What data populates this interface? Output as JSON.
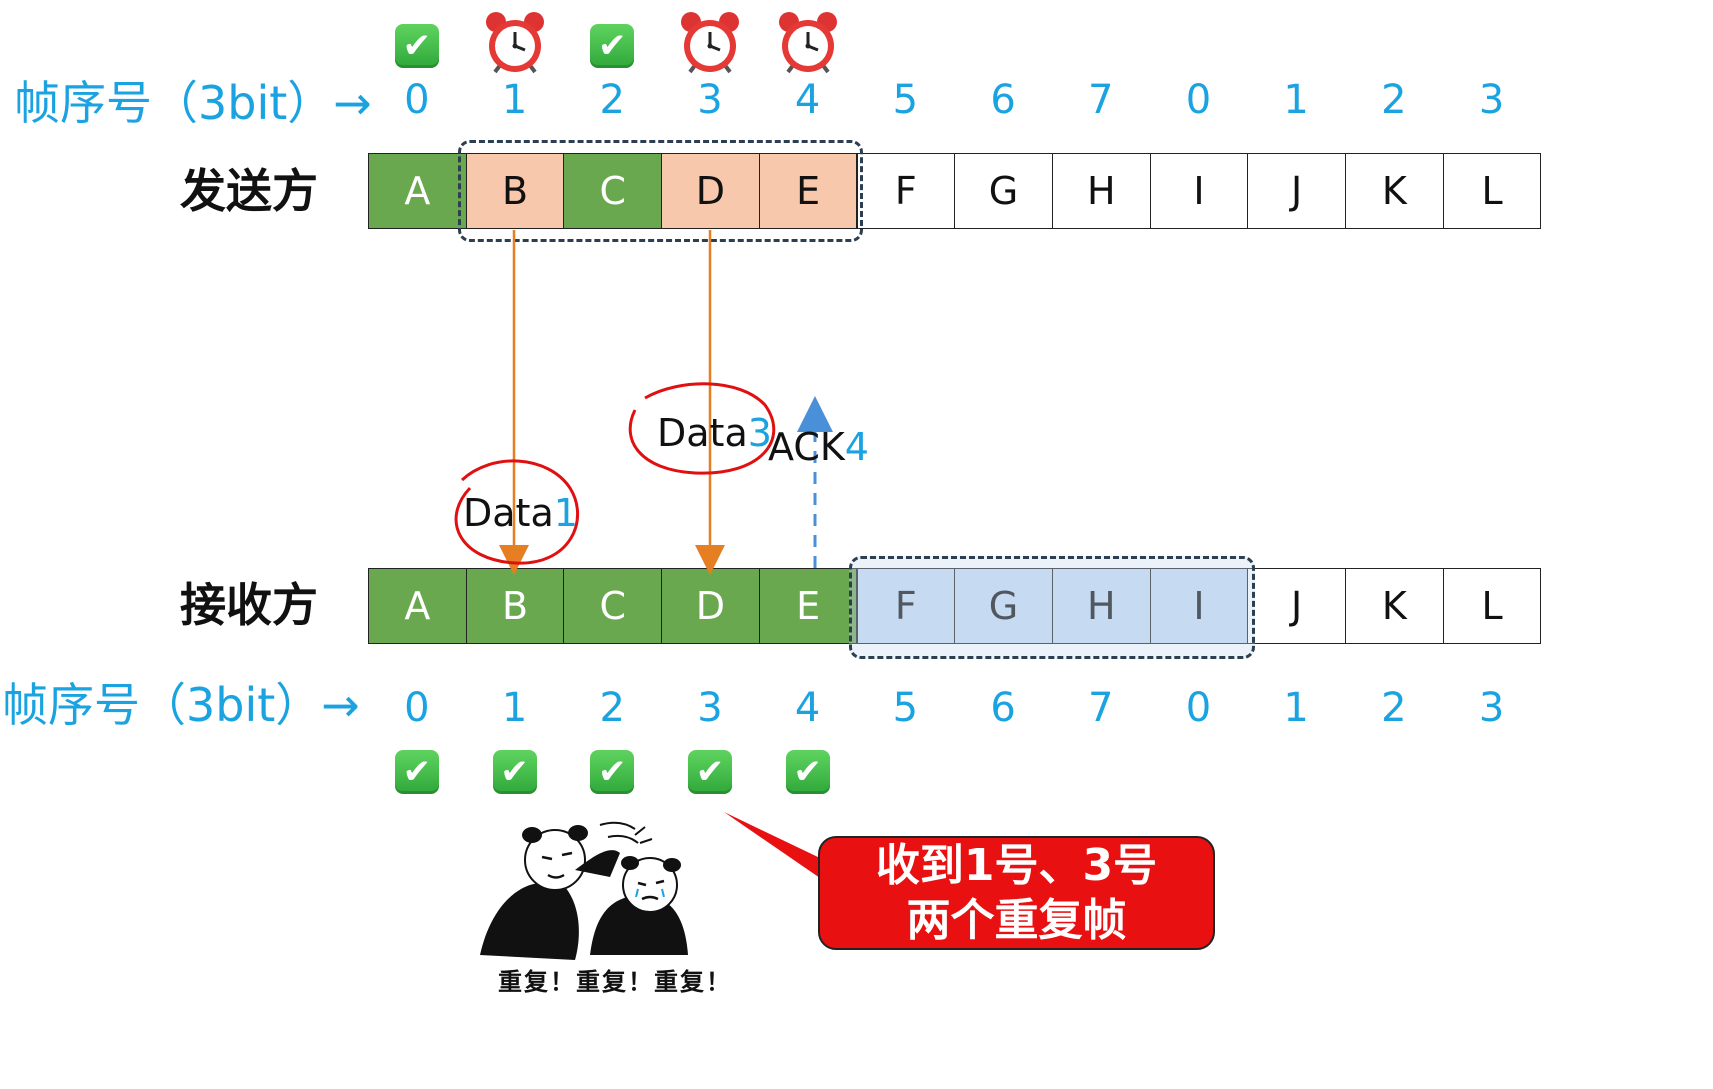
{
  "seq_label": "帧序号（3bit）→",
  "seq_numbers": [
    "0",
    "1",
    "2",
    "3",
    "4",
    "5",
    "6",
    "7",
    "0",
    "1",
    "2",
    "3"
  ],
  "sender": {
    "label": "发送方",
    "frames": [
      "A",
      "B",
      "C",
      "D",
      "E",
      "F",
      "G",
      "H",
      "I",
      "J",
      "K",
      "L"
    ],
    "states": [
      "green",
      "peach",
      "green",
      "peach",
      "peach",
      "white",
      "white",
      "white",
      "white",
      "white",
      "white",
      "white"
    ],
    "status_icons": [
      {
        "index": 0,
        "icon": "checkmark-icon"
      },
      {
        "index": 1,
        "icon": "alarm-clock-icon"
      },
      {
        "index": 2,
        "icon": "checkmark-icon"
      },
      {
        "index": 3,
        "icon": "alarm-clock-icon"
      },
      {
        "index": 4,
        "icon": "alarm-clock-icon"
      }
    ]
  },
  "receiver": {
    "label": "接收方",
    "frames": [
      "A",
      "B",
      "C",
      "D",
      "E",
      "F",
      "G",
      "H",
      "I",
      "J",
      "K",
      "L"
    ],
    "states": [
      "green",
      "green",
      "green",
      "green",
      "green",
      "blue",
      "blue",
      "blue",
      "blue",
      "white",
      "white",
      "white"
    ],
    "status_icons": [
      {
        "index": 0,
        "icon": "checkmark-icon"
      },
      {
        "index": 1,
        "icon": "checkmark-icon"
      },
      {
        "index": 2,
        "icon": "checkmark-icon"
      },
      {
        "index": 3,
        "icon": "checkmark-icon"
      },
      {
        "index": 4,
        "icon": "checkmark-icon"
      }
    ]
  },
  "packets": [
    {
      "text": "Data",
      "num": "1",
      "from": "sender",
      "to": "receiver",
      "frame_index": 1,
      "circled": true
    },
    {
      "text": "Data",
      "num": "3",
      "from": "sender",
      "to": "receiver",
      "frame_index": 3,
      "circled": true
    },
    {
      "text": "ACK",
      "num": "4",
      "from": "receiver",
      "to": "sender",
      "frame_index": 4,
      "circled": false
    }
  ],
  "callout": {
    "line1": "收到1号、3号",
    "line2": "两个重复帧"
  },
  "panda_caption": "重复！重复！重复！",
  "colors": {
    "green": "#6aa84f",
    "peach": "#f8c8ad",
    "blue": "#c7dbf1",
    "seq_blue": "#1aa3e0",
    "arrow_orange": "#e67e22",
    "ack_blue": "#4a90d9",
    "circle_red": "#e01010",
    "callout_red": "#e81010"
  }
}
